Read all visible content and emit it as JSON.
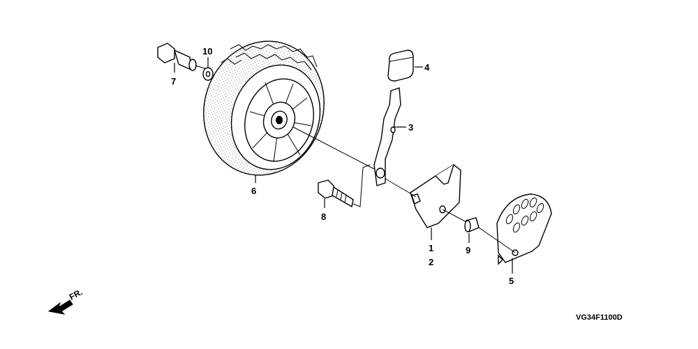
{
  "diagram": {
    "parts": [
      {
        "id": "p1",
        "label": "1"
      },
      {
        "id": "p2",
        "label": "2"
      },
      {
        "id": "p3",
        "label": "3"
      },
      {
        "id": "p4",
        "label": "4"
      },
      {
        "id": "p5",
        "label": "5"
      },
      {
        "id": "p6",
        "label": "6"
      },
      {
        "id": "p7",
        "label": "7"
      },
      {
        "id": "p8",
        "label": "8"
      },
      {
        "id": "p9",
        "label": "9"
      },
      {
        "id": "p10",
        "label": "10"
      }
    ],
    "front_marker": "FR.",
    "drawing_code": "VG34F1100D"
  }
}
